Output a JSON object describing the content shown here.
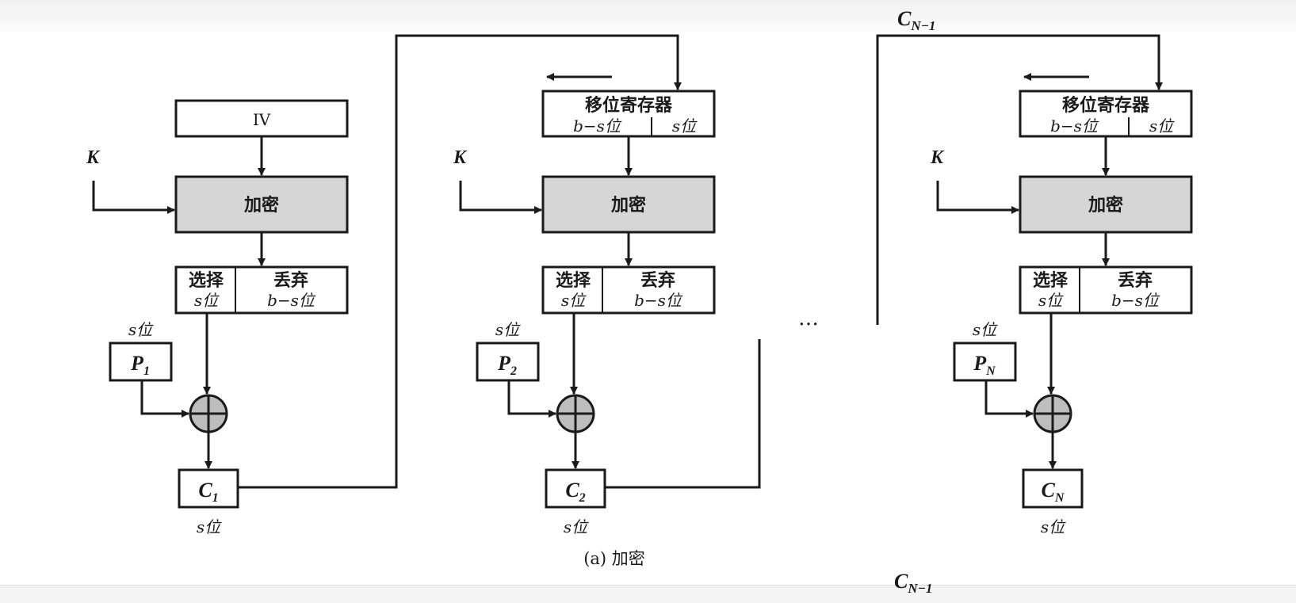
{
  "diagram": {
    "caption": "(a) 加密",
    "iv_label": "IV",
    "key_label": "K",
    "encrypt_label": "加密",
    "shift_register_label": "移位寄存器",
    "shift_left_part": "b−s位",
    "shift_right_part": "s位",
    "select_label": "选择",
    "select_bits": "s位",
    "discard_label": "丢弃",
    "discard_bits": "b−s位",
    "s_bits": "s位",
    "ellipsis": "…",
    "feedback_label": "C",
    "feedback_sub": "N−1",
    "bottom_cut_label": "C",
    "bottom_cut_sub": "N−1",
    "stages": [
      {
        "plain": "P",
        "plain_sub": "1",
        "cipher": "C",
        "cipher_sub": "1"
      },
      {
        "plain": "P",
        "plain_sub": "2",
        "cipher": "C",
        "cipher_sub": "2"
      },
      {
        "plain": "P",
        "plain_sub": "N",
        "cipher": "C",
        "cipher_sub": "N"
      }
    ],
    "colors": {
      "line": "#1a1a1a",
      "encrypt_fill": "#d6d6d6",
      "xor_fill": "#bdbdbd"
    }
  }
}
